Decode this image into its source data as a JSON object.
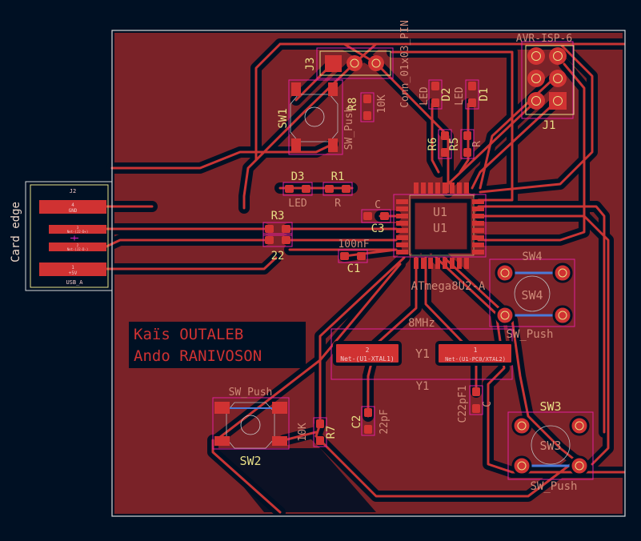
{
  "colors": {
    "background": "#001023",
    "copper_zone": "#7a2228",
    "track": "#c83434",
    "pad": "#d03232",
    "silkscreen": "#e8df86",
    "fab": "#cf8a78",
    "courtyard": "#e0209a",
    "edge": "#d8d8d8"
  },
  "author_text": {
    "line1": "Kaïs OUTALEB",
    "line2": "Ando RANIVOSON"
  },
  "card_edge": "Card edge",
  "j2": {
    "ref": "J2",
    "value": "USB_A",
    "pads": [
      {
        "num": "4",
        "net": "GND"
      },
      {
        "num": "3",
        "net": "Net-(J2-D+)"
      },
      {
        "num": "2",
        "net": "Net-(J2-D-)"
      },
      {
        "num": "1",
        "net": "+5V"
      }
    ]
  },
  "j1": {
    "ref": "J1",
    "value": "AVR-ISP-6",
    "pins": [
      "1",
      "2",
      "3",
      "4",
      "5",
      "6"
    ]
  },
  "j3": {
    "ref": "J3",
    "value": "Conn_01x03_PIN",
    "pins": [
      "1",
      "2",
      "3"
    ]
  },
  "sw1": {
    "ref": "SW1",
    "value": "SW_Push"
  },
  "sw2": {
    "ref": "SW2",
    "value": "SW_Push"
  },
  "sw3": {
    "ref": "SW3",
    "value": "SW_Push",
    "fab": "SW3"
  },
  "sw4": {
    "ref": "SW4",
    "value": "SW_Push",
    "fab": "SW4"
  },
  "u1": {
    "ref": "U1",
    "fab": "U1",
    "value": "ATmega8U2-A"
  },
  "y1": {
    "ref": "Y1",
    "fab": "Y1",
    "value": "8MHz",
    "pads": [
      {
        "num": "2",
        "net": "Net-(U1-XTAL1)"
      },
      {
        "num": "1",
        "net": "Net-(U1-PC0/XTAL2)"
      }
    ]
  },
  "r1": {
    "ref": "R1",
    "value": "R"
  },
  "r3": {
    "ref": "R3",
    "value": "22"
  },
  "r5": {
    "ref": "R5",
    "value": "R"
  },
  "r6": {
    "ref": "R6"
  },
  "r7": {
    "ref": "R7",
    "value": "10K"
  },
  "r8": {
    "ref": "R8",
    "value": "10K"
  },
  "d1": {
    "ref": "D1",
    "value": "LED"
  },
  "d2": {
    "ref": "D2",
    "value": "LED"
  },
  "d3": {
    "ref": "D3",
    "value": "LED"
  },
  "c1": {
    "ref": "C1",
    "value": "100nF"
  },
  "c2": {
    "ref": "C2",
    "value": "22pF"
  },
  "c3": {
    "ref": "C3",
    "value": "C"
  },
  "c22": {
    "ref": "C22pF1",
    "value": "C"
  }
}
